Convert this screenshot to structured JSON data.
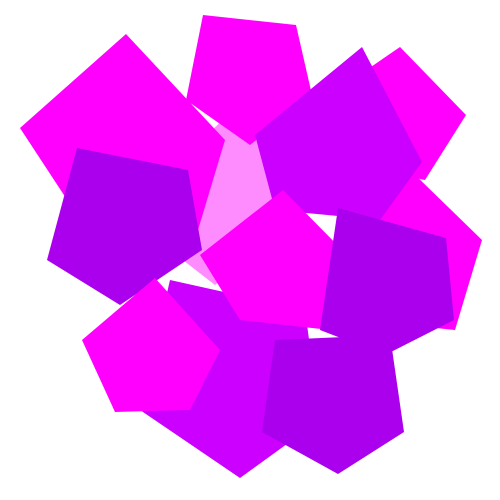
{
  "colors": {
    "background": "#ffffff",
    "light_magenta": "#ff8cff",
    "magenta": "#ff00ff",
    "violet": "#cc00ff",
    "purple": "#aa00ee"
  },
  "shapes": [
    {
      "name": "pentagon-light-center",
      "color": "light_magenta"
    },
    {
      "name": "pentagon-right-mid",
      "color": "magenta"
    },
    {
      "name": "pentagon-right-top",
      "color": "magenta"
    },
    {
      "name": "pentagon-top-left",
      "color": "magenta"
    },
    {
      "name": "pentagon-top-center",
      "color": "magenta"
    },
    {
      "name": "pentagon-top-right",
      "color": "violet"
    },
    {
      "name": "pentagon-left-purple",
      "color": "purple"
    },
    {
      "name": "pentagon-bottom-center",
      "color": "violet"
    },
    {
      "name": "pentagon-center",
      "color": "magenta"
    },
    {
      "name": "pentagon-right-purple",
      "color": "purple"
    },
    {
      "name": "pentagon-bottom-left",
      "color": "magenta"
    },
    {
      "name": "pentagon-bottom-right",
      "color": "purple"
    }
  ]
}
